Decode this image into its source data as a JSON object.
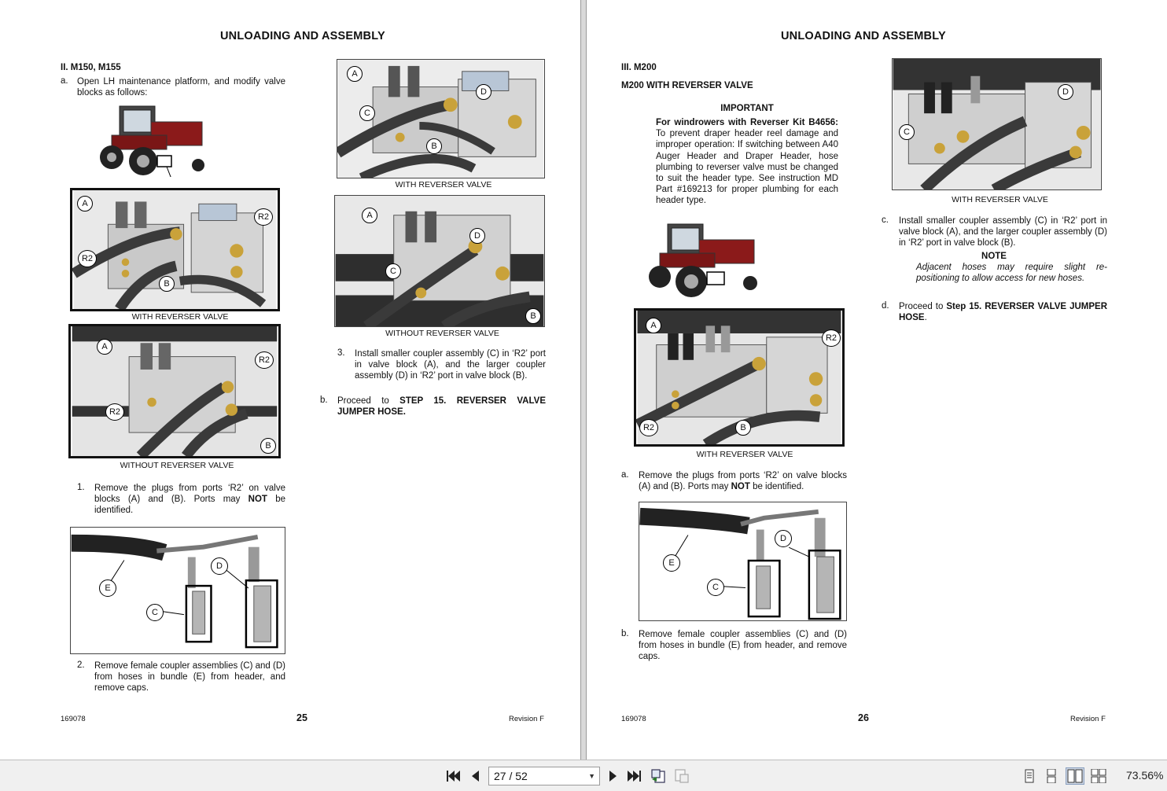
{
  "left_page": {
    "title": "UNLOADING AND ASSEMBLY",
    "section_heading": "II.   M150, M155",
    "step_a_marker": "a.",
    "step_a_text": "Open LH maintenance platform, and modify valve blocks as follows:",
    "fig1_caption": "WITH REVERSER VALVE",
    "fig2_caption": "WITHOUT REVERSER VALVE",
    "fig3_caption": "WITH REVERSER VALVE",
    "fig4_caption": "WITHOUT REVERSER VALVE",
    "step1_marker": "1.",
    "step1_text_a": "Remove the plugs from ports ‘R2’ on valve blocks (A) and (B). Ports may ",
    "step1_text_bold": "NOT",
    "step1_text_b": " be identified.",
    "step2_marker": "2.",
    "step2_text": "Remove female coupler assemblies (C) and (D) from hoses in bundle (E) from header, and remove caps.",
    "step3_marker": "3.",
    "step3_text": "Install smaller coupler assembly (C) in ‘R2’ port in valve block (A), and the larger coupler assembly (D) in ‘R2’ port in valve block (B).",
    "step_b_marker": "b.",
    "step_b_text_a": "Proceed to ",
    "step_b_text_bold": "STEP 15. REVERSER VALVE JUMPER HOSE.",
    "footer_doc": "169078",
    "footer_page": "25",
    "footer_rev": "Revision F"
  },
  "right_page": {
    "title": "UNLOADING AND ASSEMBLY",
    "section_heading": "III.   M200",
    "sub_heading": "M200 WITH REVERSER VALVE",
    "important_title": "IMPORTANT",
    "important_bold": "For windrowers with Reverser Kit B4656:",
    "important_text": " To prevent draper header reel damage and improper operation: If switching between A40 Auger Header and Draper Header, hose plumbing to reverser valve must be changed to suit the header type. See instruction MD Part #169213 for proper plumbing for each header type.",
    "fig1_caption": "WITH REVERSER VALVE",
    "fig2_caption": "WITH REVERSER VALVE",
    "step_a_marker": "a.",
    "step_a_text_a": "Remove the plugs from ports ‘R2’ on valve blocks (A) and (B). Ports may ",
    "step_a_text_bold": "NOT",
    "step_a_text_b": " be identified.",
    "step_b_marker": "b.",
    "step_b_text": "Remove female coupler assemblies (C) and (D) from hoses in bundle (E) from header, and remove caps.",
    "step_c_marker": "c.",
    "step_c_text": "Install smaller coupler assembly (C) in ‘R2’ port in valve block (A), and the larger coupler assembly (D) in ‘R2’ port in valve block (B).",
    "note_title": "NOTE",
    "note_text": "Adjacent hoses may require slight re-positioning to allow access for new hoses.",
    "step_d_marker": "d.",
    "step_d_text_a": "Proceed to ",
    "step_d_text_bold": "Step 15. REVERSER VALVE JUMPER HOSE",
    "step_d_text_b": ".",
    "footer_doc": "169078",
    "footer_page": "26",
    "footer_rev": "Revision F"
  },
  "callouts": {
    "a": "A",
    "b": "B",
    "c": "C",
    "d": "D",
    "e": "E",
    "r2": "R2"
  },
  "toolbar": {
    "page_indicator": "27 / 52",
    "zoom": "73.56%"
  }
}
